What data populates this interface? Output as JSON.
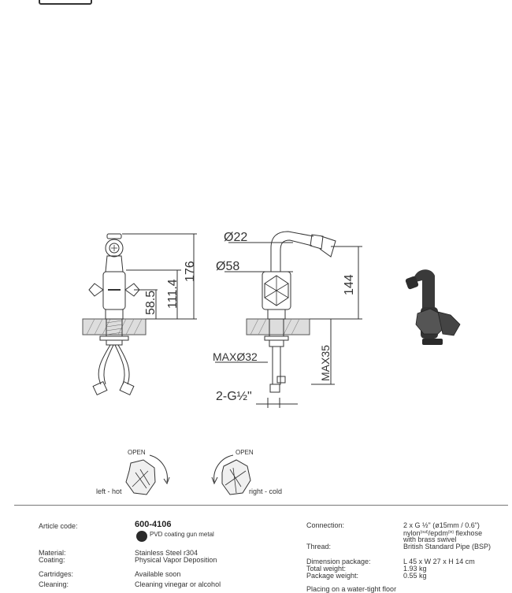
{
  "drawing": {
    "dims": {
      "d22": "Ø22",
      "d58": "Ø58",
      "h176": "176",
      "h1114": "111.4",
      "h585": "58.5",
      "h144": "144",
      "max32": "MAXØ32",
      "max35": "MAX35",
      "thread": "2-G½\""
    },
    "handles": {
      "open": "OPEN",
      "left": "left - hot",
      "right": "right - cold"
    }
  },
  "specs": {
    "article_label": "Article code:",
    "article_code": "600-4106",
    "finish": "PVD coating gun metal",
    "material_label": "Material:",
    "material": "Stainless Steel r304",
    "coating_label": "Coating:",
    "coating": "Physical Vapor Deposition",
    "cartridges_label": "Cartridges:",
    "cartridges": "Available soon",
    "cleaning_label": "Cleaning:",
    "cleaning": "Cleaning vinegar or alcohol",
    "connection_label": "Connection:",
    "connection_1": "2 x G ½\" (ø15mm / 0.6\")",
    "connection_2a": "nylon",
    "connection_2b": "(out)",
    "connection_2c": "/epdm",
    "connection_2d": "(in)",
    "connection_2e": " flexhose",
    "connection_3": "with brass swivel",
    "thread_label": "Thread:",
    "thread": "British Standard Pipe (BSP)",
    "dimension_label": "Dimension package:",
    "dimension": "L 45 x W 27 x H 14 cm",
    "total_weight_label": "Total weight:",
    "total_weight": "1.93 kg",
    "package_weight_label": "Package weight:",
    "package_weight": "0.55 kg",
    "placing": "Placing on a water-tight floor"
  },
  "colors": {
    "finish_swatch": "#2a2a2a",
    "line": "#333333"
  }
}
